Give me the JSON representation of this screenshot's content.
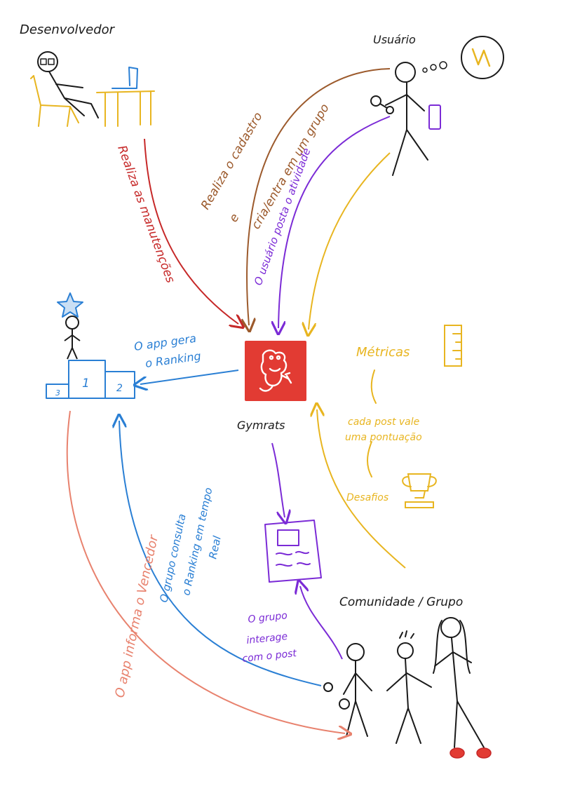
{
  "nodes": {
    "developer": "Desenvolvedor",
    "user": "Usuário",
    "app": "Gymrats",
    "community": "Comunidade / Grupo",
    "metrics": "Métricas",
    "challenges": "Desafios"
  },
  "edges": {
    "dev_maintenance": "Realiza as manutenções",
    "user_register_line1": "Realiza o cadastro",
    "user_register_line2": "e",
    "user_register_line3": "cria/entra em um grupo",
    "user_post": "O usuário posta o atividade",
    "app_ranking_line1": "O app gera",
    "app_ranking_line2": "o Ranking",
    "metrics_note_line1": "cada post vale",
    "metrics_note_line2": "uma pontuação",
    "group_query_line1": "O grupo consulta",
    "group_query_line2": "o Ranking em tempo",
    "group_query_line3": "Real",
    "group_interact_line1": "O grupo",
    "group_interact_line2": "interage",
    "group_interact_line3": "com o post",
    "app_informs": "O app informa o Vencedor"
  },
  "podium": {
    "first": "1",
    "second": "2",
    "third": "3"
  },
  "colors": {
    "black": "#1a1a1a",
    "red": "#c62828",
    "brown": "#9c5a2c",
    "purple": "#7b2bd6",
    "gold": "#e8b520",
    "blue": "#2a7fd4",
    "salmon": "#e8826e",
    "app_red": "#e23b33"
  }
}
